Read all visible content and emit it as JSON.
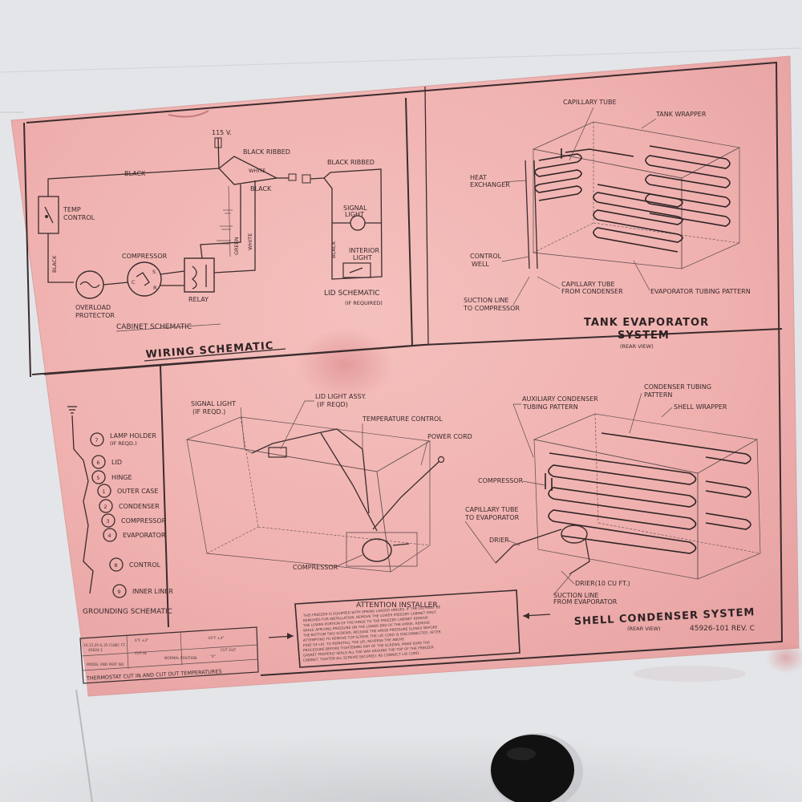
{
  "wiring": {
    "title": "WIRING SCHEMATIC",
    "cabinet": {
      "title": "CABINET SCHEMATIC",
      "voltage": "115 V.",
      "black_ribbed": "BLACK RIBBED",
      "black_top": "BLACK",
      "white": "WHITE",
      "black_right": "BLACK",
      "temp_control_1": "TEMP",
      "temp_control_2": "CONTROL",
      "black_left": "BLACK",
      "green": "GREEN",
      "white_vertical": "WHITE",
      "compressor": "COMPRESSOR",
      "overload_1": "OVERLOAD",
      "overload_2": "PROTECTOR",
      "relay": "RELAY",
      "pin_s": "S",
      "pin_c": "C",
      "pin_r": "R"
    },
    "lid": {
      "title": "LID SCHEMATIC",
      "subtitle": "(IF REQUIRED)",
      "black_ribbed": "BLACK RIBBED",
      "signal_1": "SIGNAL",
      "signal_2": "LIGHT",
      "black": "BLACK",
      "interior_1": "INTERIOR",
      "interior_2": "LIGHT"
    }
  },
  "tank": {
    "title_1": "TANK EVAPORATOR",
    "title_2": "SYSTEM",
    "subtitle": "(REAR VIEW)",
    "capillary_tube": "CAPILLARY TUBE",
    "tank_wrapper": "TANK WRAPPER",
    "heat_exchanger_1": "HEAT",
    "heat_exchanger_2": "EXCHANGER",
    "control_well_1": "CONTROL",
    "control_well_2": "WELL",
    "cap_from_cond_1": "CAPILLARY TUBE",
    "cap_from_cond_2": "FROM CONDENSER",
    "suction_1": "SUCTION LINE",
    "suction_2": "TO COMPRESSOR",
    "evap_pattern": "EVAPORATOR TUBING PATTERN"
  },
  "grounding": {
    "title": "GROUNDING SCHEMATIC",
    "items": [
      {
        "n": "7",
        "label": "LAMP HOLDER",
        "sub": "(IF REQD.)"
      },
      {
        "n": "6",
        "label": "LID",
        "sub": ""
      },
      {
        "n": "5",
        "label": "HINGE",
        "sub": ""
      },
      {
        "n": "1",
        "label": "OUTER CASE",
        "sub": ""
      },
      {
        "n": "2",
        "label": "CONDENSER",
        "sub": ""
      },
      {
        "n": "3",
        "label": "COMPRESSOR",
        "sub": ""
      },
      {
        "n": "4",
        "label": "EVAPORATOR",
        "sub": ""
      },
      {
        "n": "8",
        "label": "CONTROL",
        "sub": ""
      },
      {
        "n": "9",
        "label": "INNER LINER",
        "sub": ""
      }
    ]
  },
  "cabinet3d": {
    "signal_light_1": "SIGNAL LIGHT",
    "signal_light_2": "(IF REQD.)",
    "lid_light_1": "LID LIGHT ASSY.",
    "lid_light_2": "(IF REQD)",
    "temp_control": "TEMPERATURE CONTROL",
    "power_cord": "POWER CORD",
    "compressor": "COMPRESSOR"
  },
  "shell": {
    "title": "SHELL CONDENSER SYSTEM",
    "subtitle": "(REAR VIEW)",
    "aux_1": "AUXILIARY CONDENSER",
    "aux_2": "TUBING PATTERN",
    "cond_1": "CONDENSER TUBING",
    "cond_2": "PATTERN",
    "shell_wrapper": "SHELL WRAPPER",
    "compressor": "COMPRESSOR",
    "cap_to_evap_1": "CAPILLARY TUBE",
    "cap_to_evap_2": "TO EVAPORATOR",
    "drier": "DRIER",
    "drier_10": "DRIER(10 CU FT.)",
    "suction_1": "SUCTION LINE",
    "suction_2": "FROM EVAPORATOR",
    "part_number": "45926-101 REV. C"
  },
  "installer": {
    "title": "ATTENTION INSTALLER",
    "lines": [
      "THIS FREEZER IS EQUIPPED WITH SPRING LOADED HINGES. IF THE LID MUST BE",
      "REMOVED FOR INSTALLATION, REMOVE THE LOWER FREEZER CABINET FIRST.",
      "THE LOWER PORTION OF THE HINGE TO THE FREEZER CABINET REMOVE",
      "WHILE APPLYING PRESSURE ON THE LOWER END OF THE HINGE, REMOVE",
      "THE BOTTOM TWO SCREWS, RELEASE THE HINGE PRESSURE SLOWLY BEFORE",
      "ATTEMPTING TO REMOVE TOP SCREW. THE LID CORD IS DISCONNECTED. AFTER",
      "FREE OF LID. TO REINSTALL THE LID, REVERSE THE ABOVE",
      "PROCEDURE BEFORE TIGHTENING ANY OF THE SCREWS, MAKE SURE THE",
      "GASKET PROPERLY SEALS ALL THE WAY AROUND THE TOP OF THE FREEZER",
      "CABINET. TIGHTEN ALL SCREWS SECURELY. RE-CONNECT LID CORD."
    ]
  },
  "thermostat": {
    "model_1": "10,15,20 & 25 CUBIC FT.",
    "model_2": "45824-1",
    "cut_in_val": "6°F ±3°",
    "cut_out_val": "-10°F ±3°",
    "cut_in": "CUT IN",
    "normal_position": "NORMAL POSITION",
    "cut_out": "CUT OUT",
    "position_val": "\"4\"",
    "model_header": "MODEL AND PART NO.",
    "caption": "THERMOSTAT CUT IN AND CUT OUT TEMPERATURES"
  },
  "colors": {
    "paper": "#f2b9b7",
    "ink": "#3b2c2e",
    "wall": "#e6e7ea",
    "plug": "#111111"
  }
}
